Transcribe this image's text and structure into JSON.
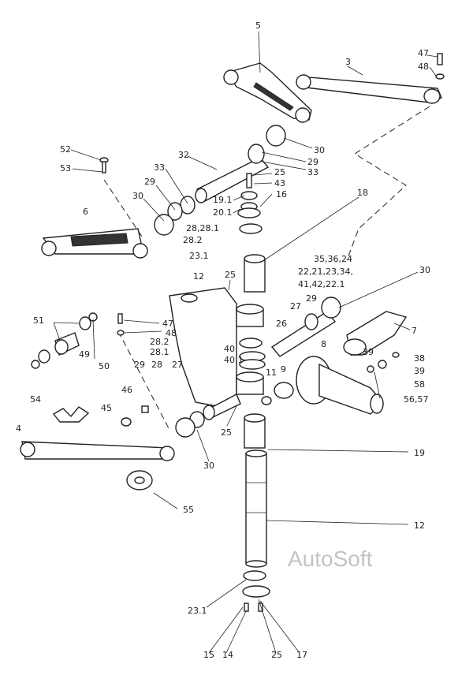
{
  "labels": [
    {
      "id": "5",
      "text": "5"
    },
    {
      "id": "47a",
      "text": "47"
    },
    {
      "id": "48a",
      "text": "48"
    },
    {
      "id": "3",
      "text": "3"
    },
    {
      "id": "52",
      "text": "52"
    },
    {
      "id": "53",
      "text": "53"
    },
    {
      "id": "32",
      "text": "32"
    },
    {
      "id": "33a",
      "text": "33"
    },
    {
      "id": "29a",
      "text": "29"
    },
    {
      "id": "30a",
      "text": "30"
    },
    {
      "id": "30b",
      "text": "30"
    },
    {
      "id": "29b",
      "text": "29"
    },
    {
      "id": "33b",
      "text": "33"
    },
    {
      "id": "25a",
      "text": "25"
    },
    {
      "id": "43",
      "text": "43"
    },
    {
      "id": "191",
      "text": "19.1"
    },
    {
      "id": "16",
      "text": "16"
    },
    {
      "id": "201",
      "text": "20.1"
    },
    {
      "id": "28281",
      "text": "28,28.1"
    },
    {
      "id": "282a",
      "text": "28.2"
    },
    {
      "id": "6",
      "text": "6"
    },
    {
      "id": "18",
      "text": "18"
    },
    {
      "id": "231a",
      "text": "23.1"
    },
    {
      "id": "353624",
      "text": "35,36,24"
    },
    {
      "id": "22group",
      "text": "22,21,23,34,"
    },
    {
      "id": "41group",
      "text": "41,42,22.1"
    },
    {
      "id": "30c",
      "text": "30"
    },
    {
      "id": "12top",
      "text": "12"
    },
    {
      "id": "25b",
      "text": "25"
    },
    {
      "id": "29c",
      "text": "29"
    },
    {
      "id": "27a",
      "text": "27"
    },
    {
      "id": "26",
      "text": "26"
    },
    {
      "id": "7",
      "text": "7"
    },
    {
      "id": "51",
      "text": "51"
    },
    {
      "id": "47b",
      "text": "47"
    },
    {
      "id": "48b",
      "text": "48"
    },
    {
      "id": "282b",
      "text": "28.2"
    },
    {
      "id": "281",
      "text": "28.1"
    },
    {
      "id": "8",
      "text": "8"
    },
    {
      "id": "40",
      "text": "40"
    },
    {
      "id": "401",
      "text": "40.1"
    },
    {
      "id": "49",
      "text": "49"
    },
    {
      "id": "50",
      "text": "50"
    },
    {
      "id": "29d",
      "text": "29"
    },
    {
      "id": "28",
      "text": "28"
    },
    {
      "id": "27b",
      "text": "27"
    },
    {
      "id": "11",
      "text": "11"
    },
    {
      "id": "9",
      "text": "9"
    },
    {
      "id": "39a",
      "text": "39"
    },
    {
      "id": "38",
      "text": "38"
    },
    {
      "id": "39b",
      "text": "39"
    },
    {
      "id": "58",
      "text": "58"
    },
    {
      "id": "5657",
      "text": "56,57"
    },
    {
      "id": "54",
      "text": "54"
    },
    {
      "id": "46",
      "text": "46"
    },
    {
      "id": "45",
      "text": "45"
    },
    {
      "id": "25c",
      "text": "25"
    },
    {
      "id": "4",
      "text": "4"
    },
    {
      "id": "30d",
      "text": "30"
    },
    {
      "id": "19",
      "text": "19"
    },
    {
      "id": "55",
      "text": "55"
    },
    {
      "id": "12",
      "text": "12"
    },
    {
      "id": "231b",
      "text": "23.1"
    },
    {
      "id": "15",
      "text": "15"
    },
    {
      "id": "14",
      "text": "14"
    },
    {
      "id": "25d",
      "text": "25"
    },
    {
      "id": "17",
      "text": "17"
    }
  ],
  "watermark": "AutoSoft"
}
